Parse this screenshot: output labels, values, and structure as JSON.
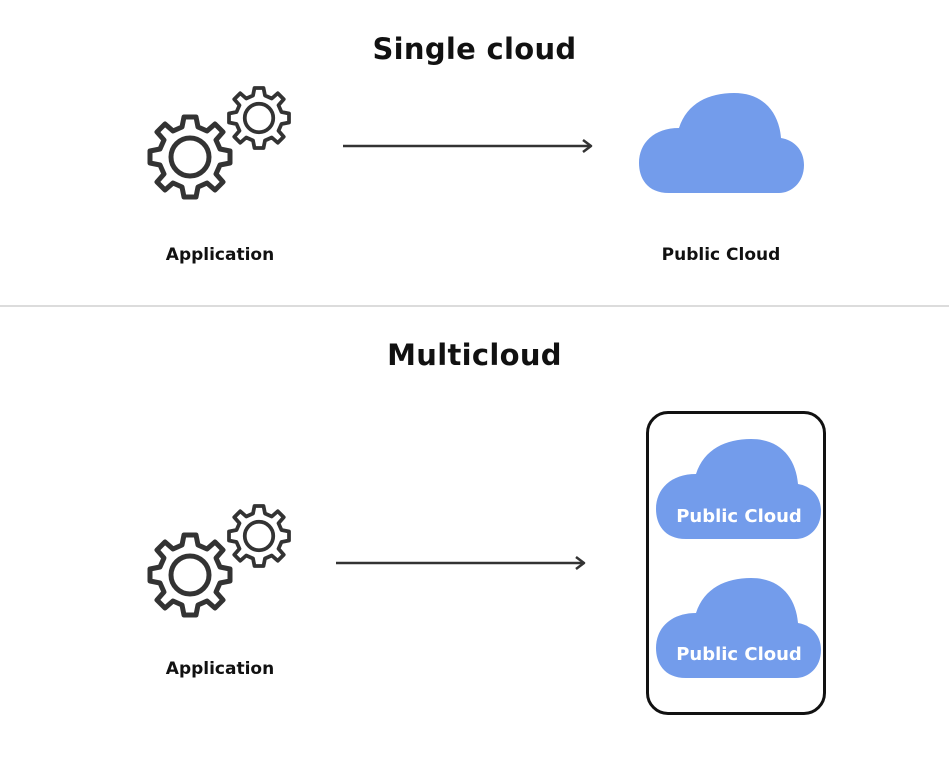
{
  "colors": {
    "cloud": "#739CEB",
    "ink": "#333333",
    "divider": "#dcdcdc"
  },
  "single": {
    "title": "Single cloud",
    "source": {
      "icon": "gears-icon",
      "label": "Application"
    },
    "target": {
      "icon": "cloud-icon",
      "label": "Public Cloud"
    }
  },
  "multi": {
    "title": "Multicloud",
    "source": {
      "icon": "gears-icon",
      "label": "Application"
    },
    "targets": [
      {
        "icon": "cloud-icon",
        "label": "Public Cloud"
      },
      {
        "icon": "cloud-icon",
        "label": "Public Cloud"
      }
    ]
  }
}
